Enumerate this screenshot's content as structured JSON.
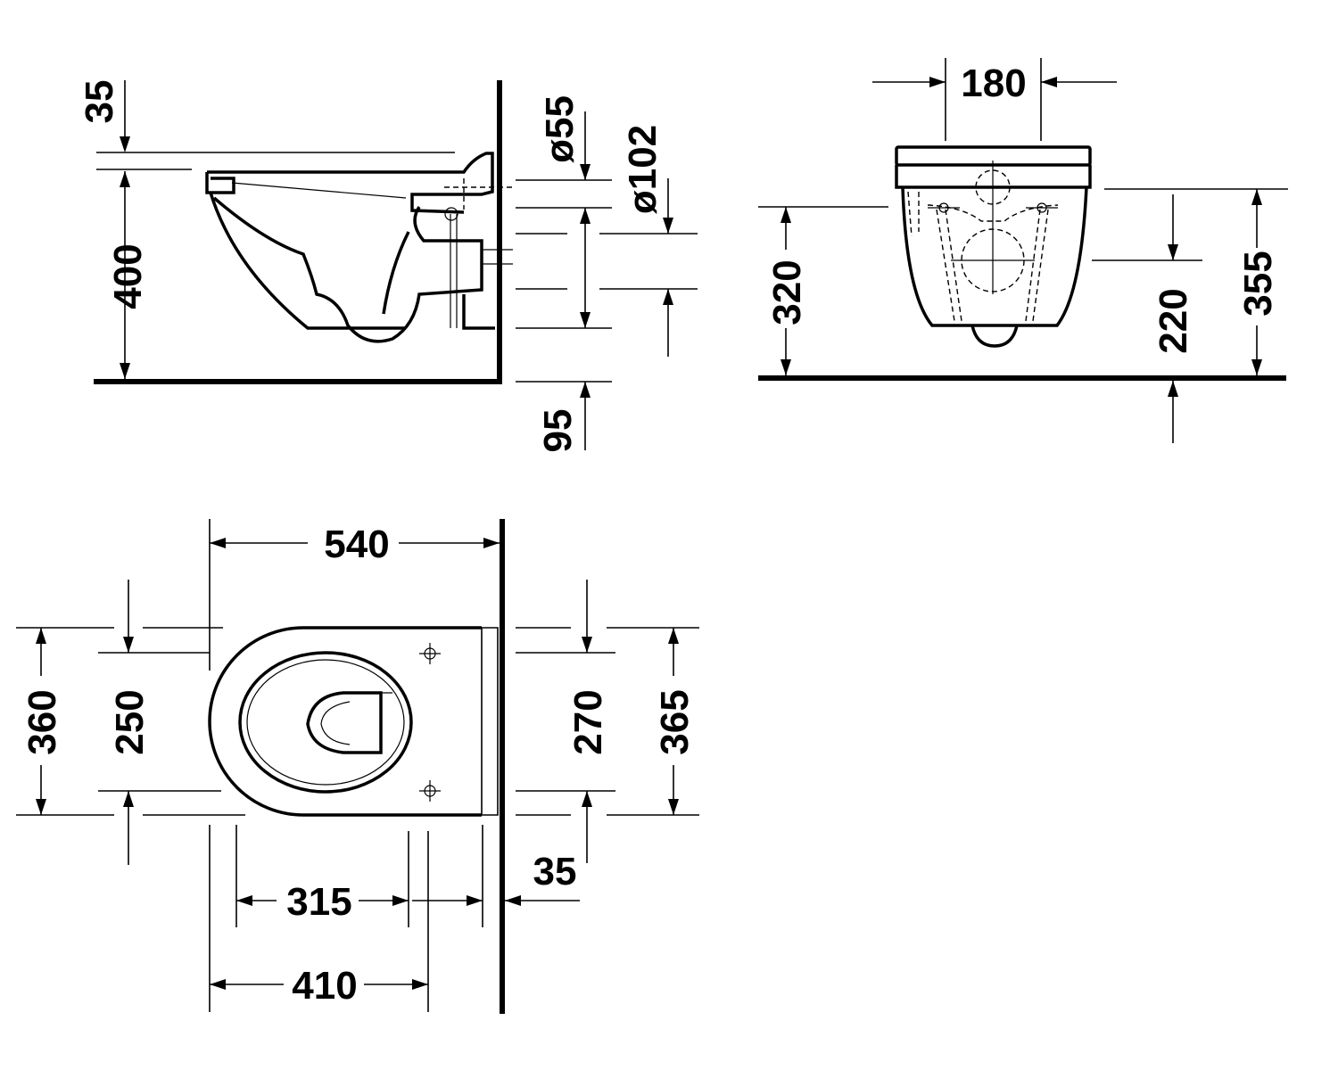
{
  "views": {
    "side": {
      "dims": {
        "d35": "35",
        "d400": "400",
        "d55": "ø55",
        "d102": "ø102",
        "d95": "95"
      }
    },
    "front": {
      "dims": {
        "d180": "180",
        "d320": "320",
        "d220": "220",
        "d355": "355"
      }
    },
    "top": {
      "dims": {
        "d540": "540",
        "d360": "360",
        "d250": "250",
        "d270": "270",
        "d365": "365",
        "d315": "315",
        "d35": "35",
        "d410": "410"
      }
    }
  },
  "colors": {
    "line": "#000000",
    "background": "#ffffff"
  }
}
